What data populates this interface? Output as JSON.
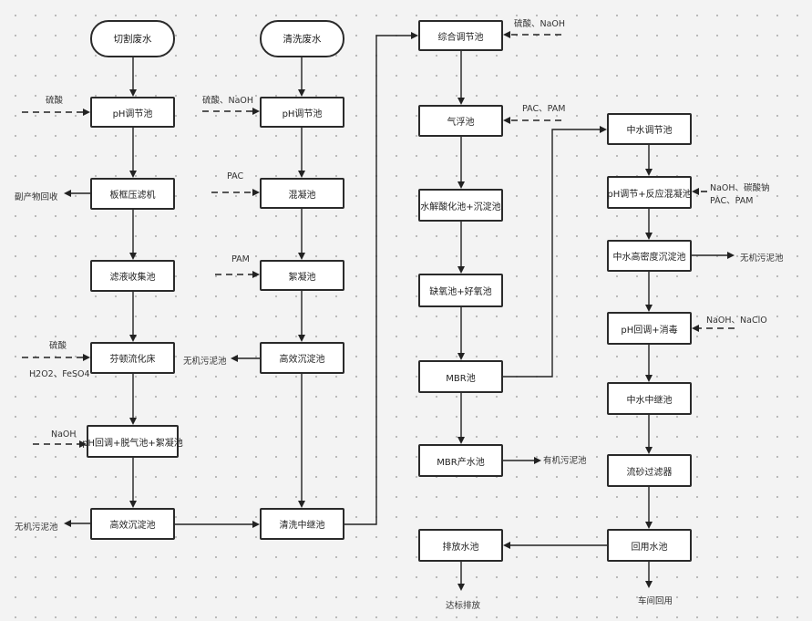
{
  "nodes": {
    "n_cut": "切割废水",
    "n_clean": "清洗废水",
    "n_ph1": "pH调节池",
    "n_ph2": "pH调节池",
    "n_filter": "板框压滤机",
    "n_mix": "混凝池",
    "n_collect": "滤液收集池",
    "n_floc": "絮凝池",
    "n_fenton": "芬顿流化床",
    "n_hes1": "高效沉淀池",
    "n_strip": "pH回调+脱气池+絮凝池",
    "n_hes2": "高效沉淀池",
    "n_wash": "清洗中继池",
    "n_comp": "综合调节池",
    "n_float": "气浮池",
    "n_hydro": "水解酸化池+沉淀池",
    "n_ao": "缺氧池+好氧池",
    "n_mbr": "MBR池",
    "n_mbrout": "MBR产水池",
    "n_dis": "排放水池",
    "n_mid": "中水调节池",
    "n_react": "pH调节+反应混凝池",
    "n_hdsed": "中水高密度沉淀池",
    "n_disinf": "pH回调+消毒",
    "n_relay": "中水中继池",
    "n_sand": "流砂过滤器",
    "n_reuse": "回用水池"
  },
  "labels": {
    "l_h2so4_1": "硫酸",
    "l_acid_naoh_1": "硫酸、NaOH",
    "l_acid_naoh_2": "硫酸、NaOH",
    "l_pac": "PAC",
    "l_pam": "PAM",
    "l_pac_pam_1": "PAC、PAM",
    "l_byproduct": "副产物回收",
    "l_h2so4_2": "硫酸",
    "l_h2o2": "H2O2、FeSO4",
    "l_naoh_1": "NaOH",
    "l_sludge_inorg_1": "无机污泥池",
    "l_sludge_inorg_2": "无机污泥池",
    "l_sludge_inorg_3": "无机污泥池",
    "l_sludge_org": "有机污泥池",
    "l_naoh_carb": "NaOH、碳酸钠",
    "l_pac_pam_2": "PAC、PAM",
    "l_naoh_naclo": "NaOH、NaClO",
    "l_discharge": "达标排放",
    "l_reuse": "车间回用"
  }
}
